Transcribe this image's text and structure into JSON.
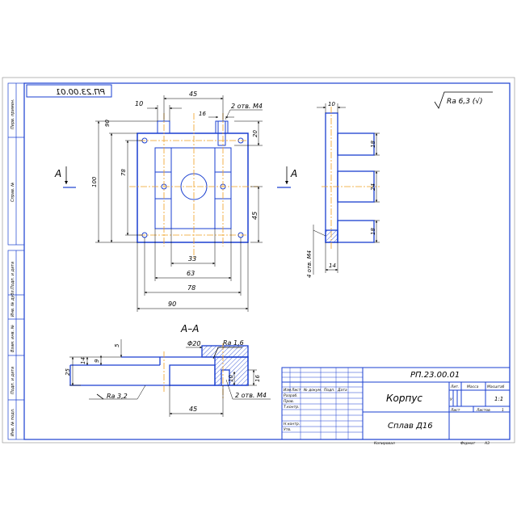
{
  "sheet": {
    "mirrored_code": "РП.23.00.01",
    "roughness_general": "Ra 6,3 (√)",
    "section_marker": "А",
    "section_title": "А–А",
    "thread_note": "2 отв. М4",
    "thread_note_side": "4 отв. М4",
    "roughness_bottom": "Ra 3,2",
    "roughness_top": "Ra 1,6",
    "diameter": "Φ20"
  },
  "top_view_dims": {
    "d10": "10",
    "d45": "45",
    "d16": "16",
    "d20": "20",
    "d90": "90",
    "d100": "100",
    "d78": "78",
    "d45r": "45",
    "d33": "33",
    "d63": "63",
    "d78b": "78",
    "d90b": "90"
  },
  "side_view_dims": {
    "d10": "10",
    "d18a": "18",
    "d24": "24",
    "d18b": "18",
    "d14": "14"
  },
  "section_dims": {
    "d5": "5",
    "d9": "9",
    "d14": "14",
    "d25": "25",
    "d45": "45",
    "d10": "10",
    "d16": "16"
  },
  "side_margin": {
    "perv_primen": "Перв. примен.",
    "sprav_no": "Справ. №",
    "podp_data_1": "Подп. и дата",
    "inv_dubl": "Инв. № дубл.",
    "vzam_inv": "Взам. инв. №",
    "podp_data_2": "Подп. и дата",
    "inv_podl": "Инв. № подл."
  },
  "title_block": {
    "code": "РП.23.00.01",
    "name": "Корпус",
    "material": "Сплав Д16",
    "col_izm": "Изм",
    "col_list": "Лист",
    "col_doc": "№ докум.",
    "col_podp": "Подп.",
    "col_data": "Дата",
    "razrab": "Разраб.",
    "prov": "Пров.",
    "tkontr": "Т.контр.",
    "nkontr": "Н.контр.",
    "utv": "Утв.",
    "lit": "Лит.",
    "massa": "Масса",
    "masshtab": "Масштаб",
    "lit_value": "У",
    "scale_value": "1:1",
    "sheet": "Лист",
    "sheets": "Листов",
    "sheets_value": "1",
    "kopiroval": "Копировал",
    "format": "Формат",
    "format_value": "А3"
  },
  "colors": {
    "line": "#1a3fd0",
    "center": "#f0a020",
    "dim": "#000000",
    "body": "#3366dd"
  }
}
